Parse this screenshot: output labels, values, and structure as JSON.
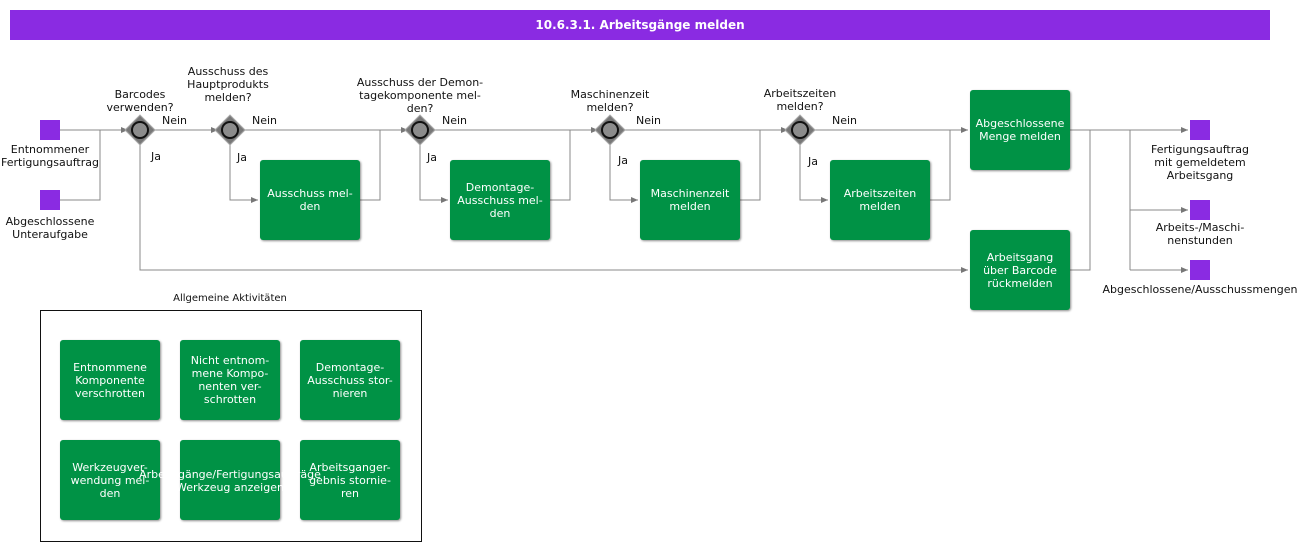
{
  "header": {
    "title": "10.6.3.1. Arbeitsgänge melden"
  },
  "events": {
    "start1": "Entnommener\nFertigungsauftrag",
    "start2": "Abgeschlossene\nUnteraufgabe",
    "end1": "Fertigungsauftrag\nmit gemeldetem\nArbeitsgang",
    "end2": "Arbeits-/Maschi-\nnenstunden",
    "end3": "Abgeschlossene/Ausschussmengen"
  },
  "gateways": {
    "g1": "Barcodes\nverwenden?",
    "g2": "Ausschuss des\nHauptprodukts\nmelden?",
    "g3": "Ausschuss der Demon-\ntagekomponente mel-\nden?",
    "g4": "Maschinenzeit\nmelden?",
    "g5": "Arbeitszeiten\nmelden?"
  },
  "branch_labels": {
    "yes": "Ja",
    "no": "Nein"
  },
  "tasks": {
    "t_ausschuss": "Ausschuss mel-\nden",
    "t_demontage": "Demontage-\nAusschuss mel-\nden",
    "t_maschinenzeit": "Maschinenzeit\nmelden",
    "t_arbeitszeiten": "Arbeitszeiten\nmelden",
    "t_menge": "Abgeschlossene\nMenge melden",
    "t_barcode": "Arbeitsgang\nüber Barcode\nrückmelden"
  },
  "general": {
    "title": "Allgemeine Aktivitäten",
    "a1": "Entnommene\nKomponente\nverschrotten",
    "a2": "Nicht entnom-\nmene Kompo-\nnenten ver-\nschrotten",
    "a3": "Demontage-\nAusschuss stor-\nnieren",
    "a4": "Werkzeugver-\nwendung mel-\nden",
    "a5": "Arbeitsgänge/Fertigungsaufträge\nWerkzeug anzeigen",
    "a6": "Arbeitsganger-\ngebnis stornie-\nren"
  },
  "colors": {
    "task": "#009245",
    "event": "#8a2be2",
    "header": "#8a2be2",
    "gateway": "#777777"
  }
}
